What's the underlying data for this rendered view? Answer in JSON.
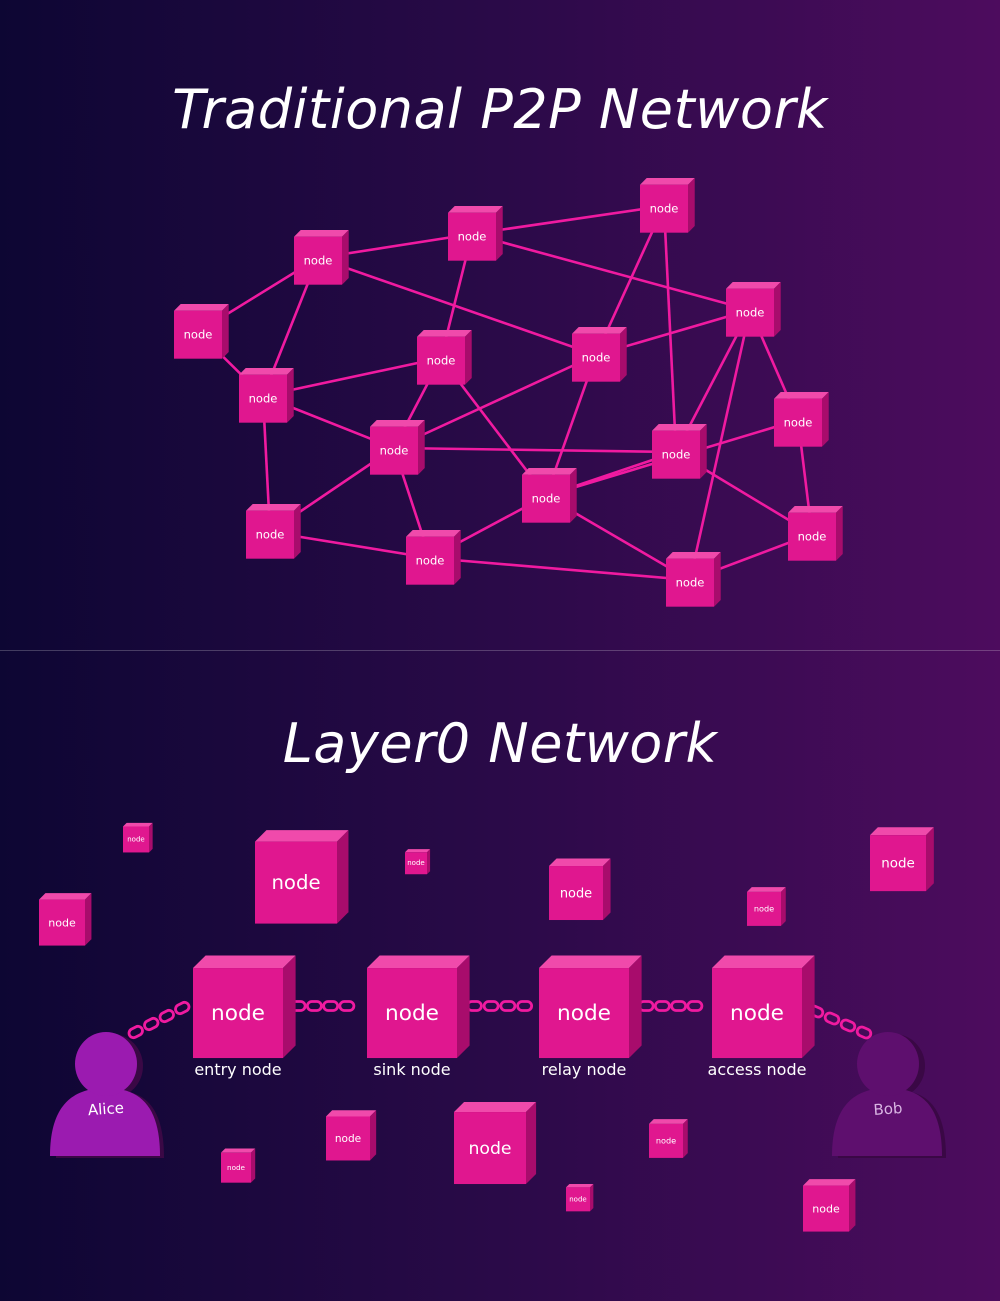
{
  "p2p": {
    "title": "Traditional P2P Network",
    "node_label": "node"
  },
  "layer0": {
    "title": "Layer0 Network",
    "node_label": "node",
    "roles": {
      "entry": "entry node",
      "sink": "sink node",
      "relay": "relay node",
      "access": "access node"
    },
    "users": {
      "left": "Alice",
      "right": "Bob"
    }
  },
  "colors": {
    "node_front": "#e0178f",
    "node_top": "#f04aab",
    "node_side": "#a80c6c",
    "link": "#f01aa0",
    "user_left": "#9b1bb0",
    "user_right": "#5e0f6e"
  }
}
